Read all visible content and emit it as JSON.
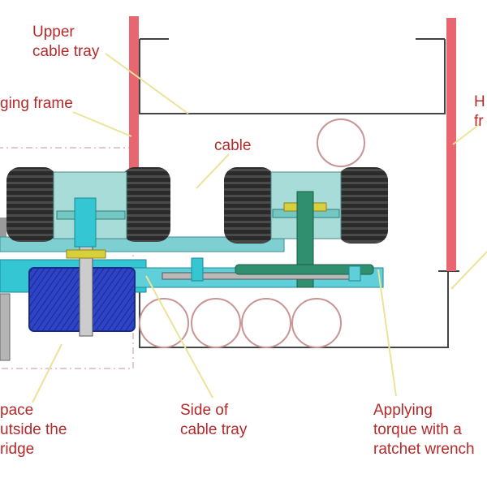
{
  "colors": {
    "label_text": "#b42a2a",
    "leader_line": "#ece39a",
    "frame_red": "#e86670",
    "wheel_dark": "#2b2b2b",
    "hub_teal": "#74c7c2",
    "bracket_cyan": "#35c6d4",
    "motor_blue": "#2d44c8",
    "screw_green": "#2f8f6e",
    "nut_yellow": "#d8d03a",
    "cable_ring": "#c89494"
  },
  "labels": {
    "upper_cable_tray": [
      "Upper",
      "cable tray"
    ],
    "hanging_frame_left": "ging frame",
    "cable": "cable",
    "hanging_frame_right": [
      "H",
      "fr"
    ],
    "space_outside": [
      "pace",
      "utside the",
      "ridge"
    ],
    "side_of_cable_tray": [
      "Side of",
      "cable tray"
    ],
    "applying_torque": [
      "Applying",
      "torque with a",
      "ratchet wrench"
    ]
  }
}
